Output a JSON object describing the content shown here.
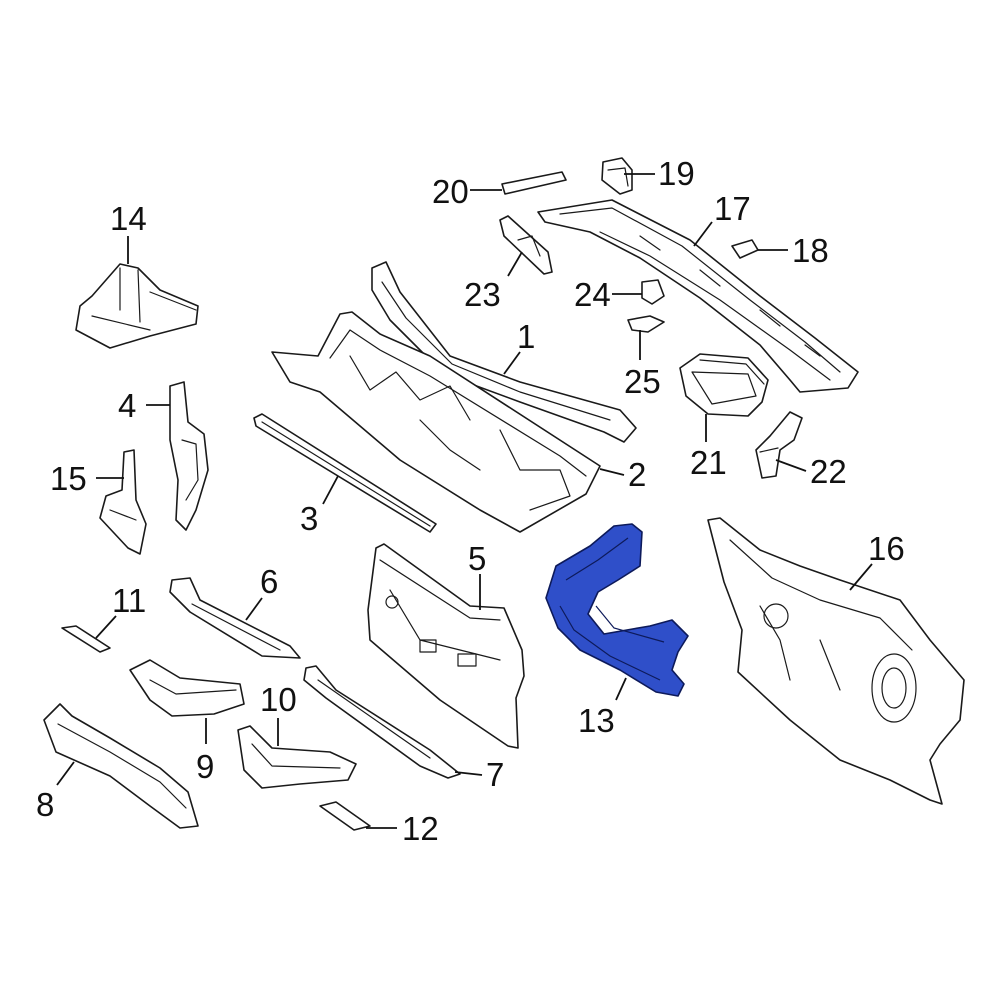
{
  "diagram": {
    "highlight_color": "#2f4fc9",
    "line_color": "#1a1a1a",
    "highlighted_part": "13",
    "callouts": [
      {
        "id": "1",
        "label": "1"
      },
      {
        "id": "2",
        "label": "2"
      },
      {
        "id": "3",
        "label": "3"
      },
      {
        "id": "4",
        "label": "4"
      },
      {
        "id": "5",
        "label": "5"
      },
      {
        "id": "6",
        "label": "6"
      },
      {
        "id": "7",
        "label": "7"
      },
      {
        "id": "8",
        "label": "8"
      },
      {
        "id": "9",
        "label": "9"
      },
      {
        "id": "10",
        "label": "10"
      },
      {
        "id": "11",
        "label": "11"
      },
      {
        "id": "12",
        "label": "12"
      },
      {
        "id": "13",
        "label": "13"
      },
      {
        "id": "14",
        "label": "14"
      },
      {
        "id": "15",
        "label": "15"
      },
      {
        "id": "16",
        "label": "16"
      },
      {
        "id": "17",
        "label": "17"
      },
      {
        "id": "18",
        "label": "18"
      },
      {
        "id": "19",
        "label": "19"
      },
      {
        "id": "20",
        "label": "20"
      },
      {
        "id": "21",
        "label": "21"
      },
      {
        "id": "22",
        "label": "22"
      },
      {
        "id": "23",
        "label": "23"
      },
      {
        "id": "24",
        "label": "24"
      },
      {
        "id": "25",
        "label": "25"
      }
    ]
  }
}
